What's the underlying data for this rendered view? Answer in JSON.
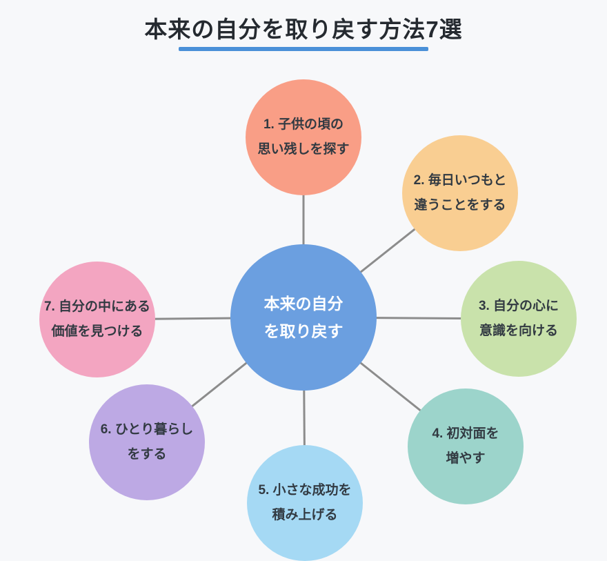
{
  "title": "本来の自分を取り戻す方法7選",
  "title_color": "#252A30",
  "underline_color": "#4A90D8",
  "background_color": "#F7F8FA",
  "connector_color": "#8C8C8C",
  "center_node": {
    "lines": [
      "本来の自分",
      "を取り戻す"
    ],
    "color": "#6B9FE0",
    "text_color": "#FFFFFF"
  },
  "nodes": [
    {
      "lines": [
        "1. 子供の頃の",
        "思い残しを探す"
      ],
      "color": "#F99E86"
    },
    {
      "lines": [
        "2. 毎日いつもと",
        "違うことをする"
      ],
      "color": "#F9CE92"
    },
    {
      "lines": [
        "3. 自分の心に",
        "意識を向ける"
      ],
      "color": "#C9E2AB"
    },
    {
      "lines": [
        "4. 初対面を",
        "増やす"
      ],
      "color": "#9CD4CB"
    },
    {
      "lines": [
        "5. 小さな成功を",
        "積み上げる"
      ],
      "color": "#A5D9F4"
    },
    {
      "lines": [
        "6. ひとり暮らし",
        "をする"
      ],
      "color": "#BDA9E4"
    },
    {
      "lines": [
        "7. 自分の中にある",
        "価値を見つける"
      ],
      "color": "#F3A5C1"
    }
  ]
}
